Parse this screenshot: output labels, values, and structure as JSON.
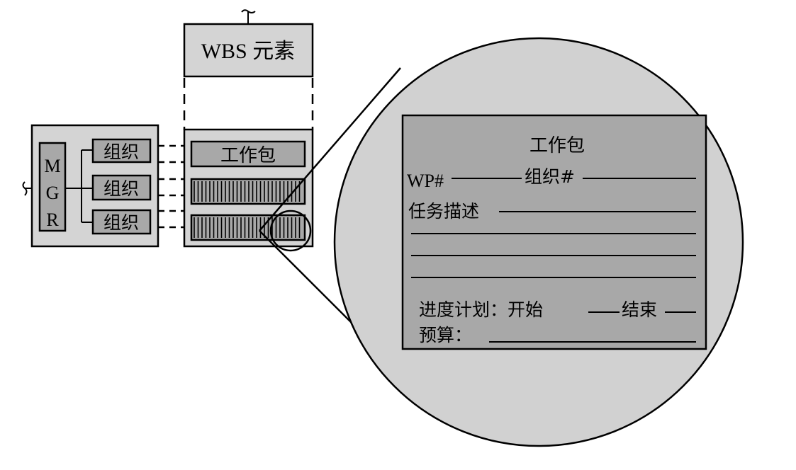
{
  "wbs_element": {
    "label": "WBS 元素"
  },
  "manager": {
    "letters": [
      "M",
      "G",
      "R"
    ]
  },
  "org_units": [
    "组织",
    "组织",
    "组织"
  ],
  "work_package_box": {
    "label": "工作包"
  },
  "work_package_form": {
    "title": "工作包",
    "wp_number_label": "WP#",
    "org_number_label": "组织#",
    "task_description_label": "任务描述",
    "schedule_label": "进度计划：开始",
    "end_label": "结束",
    "budget_label": "预算："
  },
  "colors": {
    "panel_fill": "#d4d4d4",
    "box_fill": "#a8a8a8",
    "zoom_circle_fill": "#d1d1d1",
    "stroke": "#000000"
  }
}
